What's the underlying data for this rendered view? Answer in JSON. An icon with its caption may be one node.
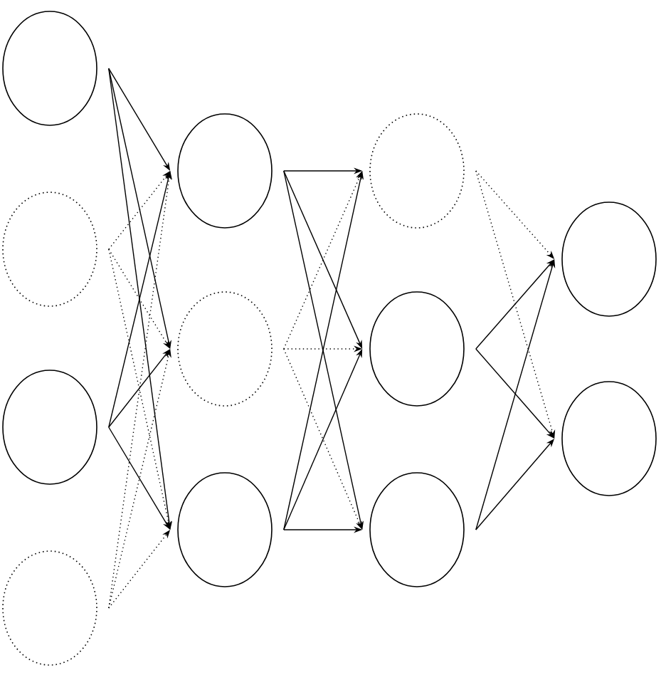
{
  "diagram": {
    "nodes": [
      {
        "text": [],
        "shape": "circle"
      },
      {
        "text": [],
        "shape": "circle"
      },
      {
        "text": [],
        "shape": "circle"
      },
      {
        "text": [],
        "shape": "circle"
      },
      {
        "text": [],
        "shape": "circle"
      },
      {
        "text": [],
        "shape": "circle"
      },
      {
        "text": [],
        "shape": "circle"
      },
      {
        "text": [],
        "shape": "circle"
      },
      {
        "text": [],
        "shape": "circle"
      },
      {
        "text": [],
        "shape": "circle"
      },
      {
        "text": [],
        "shape": "circle"
      },
      {
        "text": [],
        "shape": "circle"
      }
    ],
    "edges": [
      {
        "from": 0,
        "to": 4,
        "arrow": "to"
      },
      {
        "from": 0,
        "to": 5,
        "arrow": "to"
      },
      {
        "from": 0,
        "to": 6,
        "arrow": "to"
      },
      {
        "from": 1,
        "to": 4,
        "arrow": "to",
        "style": "dashed"
      },
      {
        "from": 1,
        "to": 5,
        "arrow": "to",
        "style": "dashed"
      },
      {
        "from": 1,
        "to": 6,
        "arrow": "to",
        "style": "dashed"
      },
      {
        "from": 2,
        "to": 4,
        "arrow": "to"
      },
      {
        "from": 2,
        "to": 5,
        "arrow": "to"
      },
      {
        "from": 2,
        "to": 6,
        "arrow": "to"
      },
      {
        "from": 3,
        "to": 4,
        "arrow": "to",
        "style": "dashed"
      },
      {
        "from": 3,
        "to": 5,
        "arrow": "to",
        "style": "dashed"
      },
      {
        "from": 3,
        "to": 6,
        "arrow": "to",
        "style": "dashed"
      },
      {
        "from": 4,
        "to": 7,
        "arrow": "to"
      },
      {
        "from": 4,
        "to": 8,
        "arrow": "to"
      },
      {
        "from": 4,
        "to": 9,
        "arrow": "to"
      },
      {
        "from": 5,
        "to": 7,
        "arrow": "to",
        "style": "dashed"
      },
      {
        "from": 5,
        "to": 8,
        "arrow": "to",
        "style": "dashed"
      },
      {
        "from": 5,
        "to": 9,
        "arrow": "to",
        "style": "dashed"
      },
      {
        "from": 6,
        "to": 7,
        "arrow": "to"
      },
      {
        "from": 6,
        "to": 8,
        "arrow": "to"
      },
      {
        "from": 6,
        "to": 9,
        "arrow": "to"
      },
      {
        "from": 7,
        "to": 10,
        "arrow": "to",
        "style": "dashed"
      },
      {
        "from": 7,
        "to": 11,
        "arrow": "to",
        "style": "dashed"
      },
      {
        "from": 8,
        "to": 10,
        "arrow": "to"
      },
      {
        "from": 8,
        "to": 11,
        "arrow": "to"
      },
      {
        "from": 9,
        "to": 10,
        "arrow": "to"
      },
      {
        "from": 9,
        "to": 11,
        "arrow": "to"
      }
    ]
  }
}
